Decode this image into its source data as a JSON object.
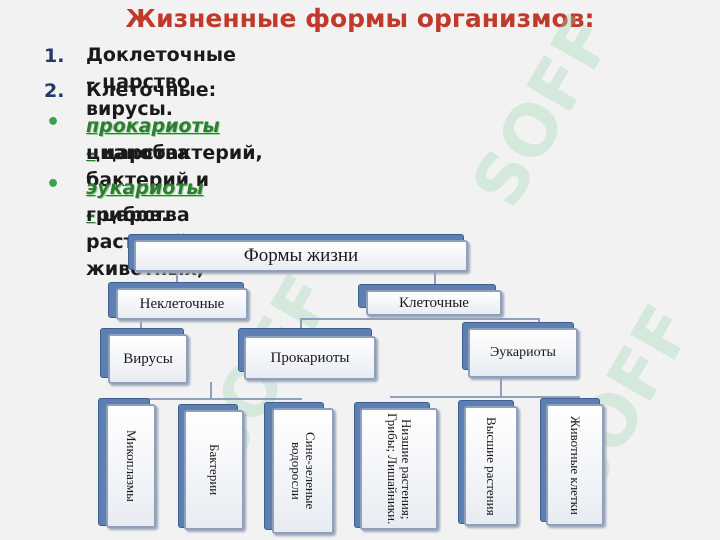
{
  "title": "Жизненные формы организмов:",
  "list": [
    {
      "marker": "1.",
      "text": "Доклеточные – царство вирусы."
    },
    {
      "marker": "2.",
      "text": "Клеточные:"
    },
    {
      "marker": "•",
      "term": "прокариоты –",
      "text": " царства бактерий и",
      "text2": "цианобактерий,"
    },
    {
      "marker": "•",
      "term": "эукариоты –",
      "text": " царства растений, животных,",
      "text2": "грибов."
    }
  ],
  "diagram": {
    "root": "Формы жизни",
    "level1": [
      "Неклеточные",
      "Клеточные"
    ],
    "level2": [
      "Вирусы",
      "Прокариоты",
      "Эукариоты"
    ],
    "leaves": [
      "Микоплазмы",
      "Бактерии",
      "Сине-зеленые водоросли",
      "Низшие растения; Грибы; Лишайники.",
      "Высшие растения",
      "Животные клетки"
    ]
  },
  "watermark": "SOFF"
}
